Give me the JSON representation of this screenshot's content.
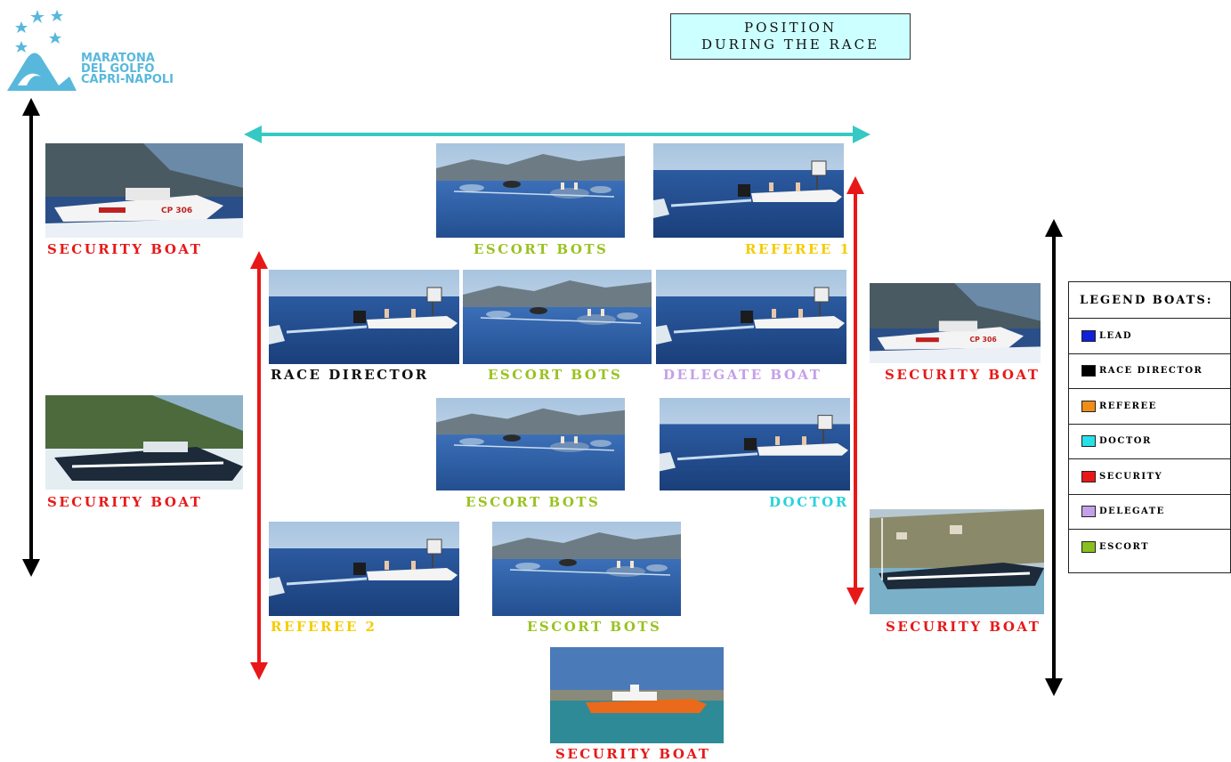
{
  "title": [
    "POSITION",
    "DURING THE RACE"
  ],
  "logo": {
    "lines": [
      "MARATONA",
      "DEL GOLFO",
      "CAPRI-NAPOLI"
    ]
  },
  "labels": {
    "sec_tl": "SECURITY BOAT",
    "sec_ml": "SECURITY BOAT",
    "escort_top": "ESCORT BOTS",
    "referee1": "REFEREE 1",
    "race_director": "RACE DIRECTOR",
    "escort_mid": "ESCORT BOTS",
    "delegate": "DELEGATE BOAT",
    "sec_r1": "SECURITY BOAT",
    "escort_3": "ESCORT BOTS",
    "doctor": "DOCTOR",
    "referee2": "REFEREE 2",
    "escort_4": "ESCORT BOTS",
    "sec_r2": "SECURITY BOAT",
    "sec_bottom": "SECURITY BOAT"
  },
  "legend": {
    "title": "LEGEND BOATS:",
    "items": [
      {
        "label": "LEAD",
        "color": "#1020d8"
      },
      {
        "label": "RACE DIRECTOR",
        "color": "#000000"
      },
      {
        "label": "REFEREE",
        "color": "#f08c18"
      },
      {
        "label": "DOCTOR",
        "color": "#28e0e8"
      },
      {
        "label": "SECURITY",
        "color": "#e81818"
      },
      {
        "label": "DELEGATE",
        "color": "#c4a0e8"
      },
      {
        "label": "ESCORT",
        "color": "#88c020"
      }
    ]
  },
  "arrow_colors": {
    "black": "#000000",
    "red": "#e81818",
    "cyan": "#36c9c4"
  }
}
